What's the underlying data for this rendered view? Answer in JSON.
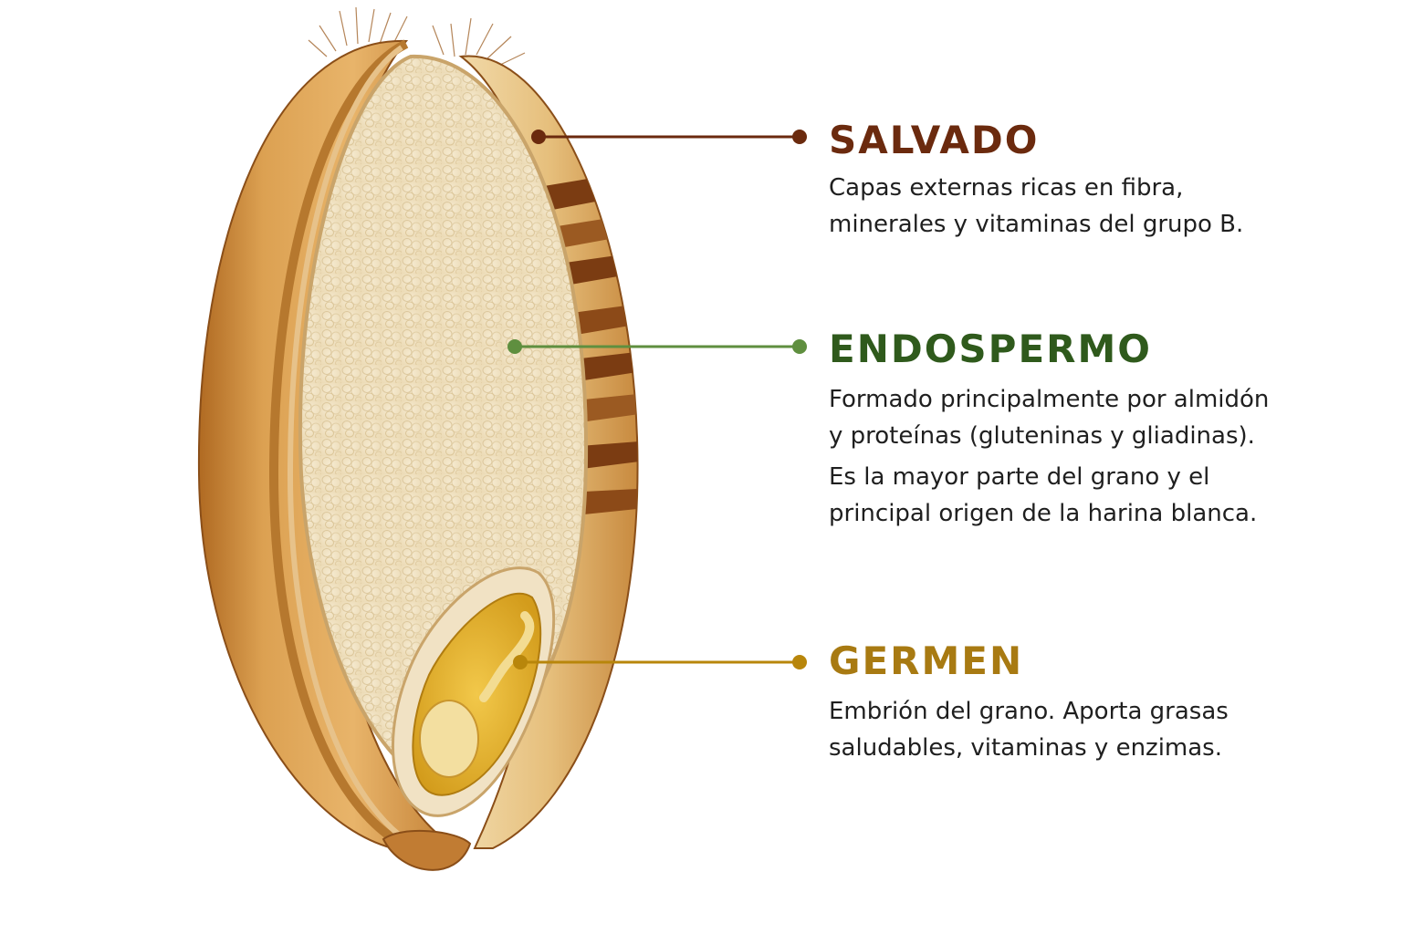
{
  "colors": {
    "bran": "#6b2a0e",
    "endosperm": "#2f5a1c",
    "endosperm_line": "#5f8f3f",
    "germ": "#a87a12",
    "germ_line": "#b8860b",
    "text": "#1f1f1f"
  },
  "labels": [
    {
      "id": "salvado",
      "title": "SALVADO",
      "lines": [
        "Capas externas ricas en fibra,",
        "minerales y vitaminas del grupo B."
      ]
    },
    {
      "id": "endospermo",
      "title": "ENDOSPERMO",
      "lines": [
        "Formado principalmente por almidón",
        "y proteínas (gluteninas y gliadinas).",
        "Es la mayor parte del grano y el",
        "principal origen de la harina blanca."
      ]
    },
    {
      "id": "germen",
      "title": "GERMEN",
      "lines": [
        "Embrión del grano. Aporta grasas",
        "saludables, vitaminas y enzimas."
      ]
    }
  ]
}
